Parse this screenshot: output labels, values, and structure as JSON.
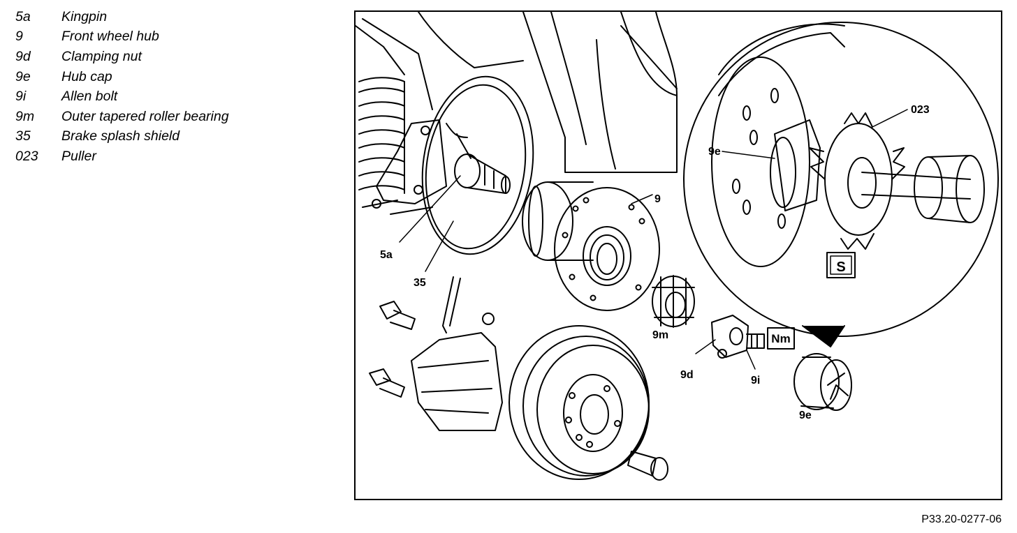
{
  "legend": [
    {
      "code": "5a",
      "label": "Kingpin"
    },
    {
      "code": "9",
      "label": "Front wheel hub"
    },
    {
      "code": "9d",
      "label": "Clamping nut"
    },
    {
      "code": "9e",
      "label": "Hub cap"
    },
    {
      "code": "9i",
      "label": "Allen bolt"
    },
    {
      "code": "9m",
      "label": "Outer tapered roller bearing"
    },
    {
      "code": "35",
      "label": "Brake splash shield"
    },
    {
      "code": "023",
      "label": "Puller"
    }
  ],
  "callouts": {
    "c5a": "5a",
    "c35": "35",
    "c9": "9",
    "c9m": "9m",
    "c9d": "9d",
    "c9i": "9i",
    "c9e_bottom": "9e",
    "c9e_detail": "9e",
    "c023": "023"
  },
  "symbols": {
    "torque": "Nm",
    "special_tool": "S"
  },
  "figure_ref": "P33.20-0277-06"
}
